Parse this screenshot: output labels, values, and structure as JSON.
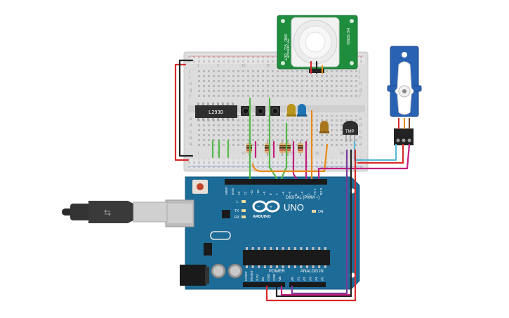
{
  "pir": {
    "pins": [
      "GND",
      "Vcc",
      "OUT"
    ],
    "model": "HC-SR501",
    "legend": "PIR SENSOR"
  },
  "breadboard": {
    "row_letters_top": [
      "j",
      "i",
      "h",
      "g",
      "f"
    ],
    "row_letters_bottom": [
      "e",
      "d",
      "c",
      "b",
      "a"
    ],
    "col_numbers": [
      "1",
      "5",
      "10",
      "15",
      "20",
      "25",
      "30"
    ]
  },
  "ic": {
    "label": "L293D"
  },
  "temp_sensor": {
    "label": "TMP"
  },
  "arduino": {
    "uno_label": "UNO",
    "brand_label": "ARDUINO",
    "digital_label": "DIGITAL (PWM ~)",
    "power_label": "POWER",
    "analog_label": "ANALOG IN",
    "on_label": "ON",
    "tx_label": "TX",
    "rx_label": "RX",
    "l_label": "L",
    "digital_pins": [
      "AREF",
      "GND",
      "13",
      "12",
      "~11",
      "~10",
      "~9",
      "8",
      "7",
      "~6",
      "~5",
      "4",
      "~3",
      "2",
      "TX 1",
      "RX 0"
    ],
    "power_pins": [
      "IOREF",
      "RESET",
      "3.3V",
      "5V",
      "GND",
      "GND",
      "Vin"
    ],
    "analog_pins": [
      "A0",
      "A1",
      "A2",
      "A3",
      "A4",
      "A5"
    ]
  },
  "colors": {
    "board_blue": "#1d6b97",
    "pir_green": "#1e8e3e",
    "servo_blue": "#2a62b3",
    "wire_red": "#d62b2b",
    "wire_black": "#222222",
    "wire_green": "#56b84a",
    "wire_orange": "#e88a1a",
    "wire_magenta": "#c21e7e",
    "wire_purple": "#7a3a9a",
    "wire_cyan": "#58b8d6"
  }
}
